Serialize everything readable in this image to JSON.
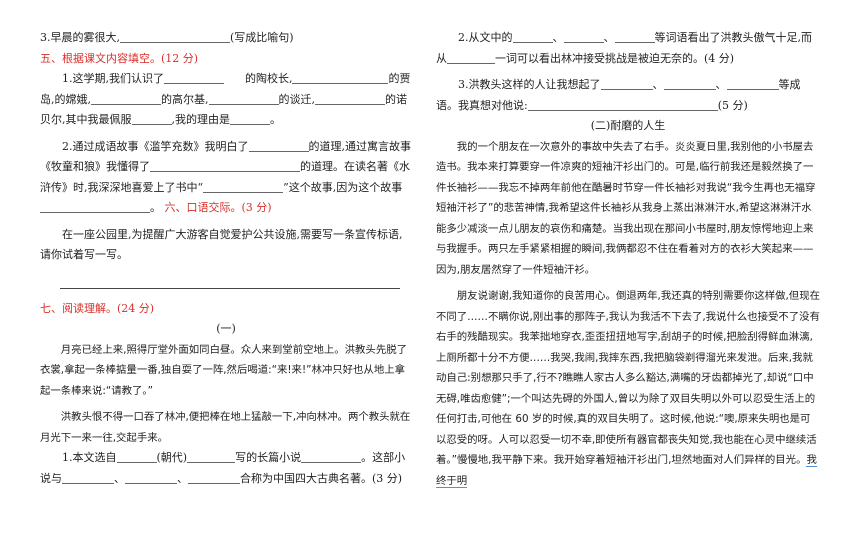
{
  "left": {
    "q3_prefix": "3.早晨的雾很大,",
    "q3_suffix": "(写成比喻句)",
    "sec5_title": "五、根据课文内容填空。(12 分)",
    "s5_1_a": "1.这学期,我们认识了",
    "s5_1_b": "的陶校长,",
    "s5_1_c": "的贾岛,",
    "s5_1_d": "的嫦娥,",
    "s5_1_e": "的高尔基,",
    "s5_1_f": "的谈迁,",
    "s5_1_g": "的诺贝尔,",
    "s5_1_h": "其中我最佩服",
    "s5_1_i": ",我的理由是",
    "s5_1_j": "。",
    "s5_2_a": "2.通过成语故事《滥竽充数》我明白了",
    "s5_2_b": "的道理,通过寓言故事",
    "s5_2_c": "《牧童和狼》我懂得了",
    "s5_2_d": "的道理。在读名著",
    "s5_2_e": "《水浒传》时,我深深地喜爱上了书中“",
    "s5_2_f": "”这个故事,因为这个故",
    "s5_2_g": "事",
    "s5_2_h": "。",
    "sec6_title": "六、口语交际。(3 分)",
    "s6_text": "在一座公园里,为提醒广大游客自觉爱护公共设施,需要写一条宣传标语,请你试着写一写。",
    "sec7_title": "七、阅读理解。(24 分)",
    "part1": "(一)",
    "story1_p1": "月亮已经上来,照得厅堂外面如同白昼。众人来到堂前空地上。洪教头先脱了衣裳,拿起一条棒掂量一番,独自耍了一阵,然后喝道:“来!来!”林冲只好也从地上拿起一条棒来说:“请教了。”",
    "story1_p2": "洪教头恨不得一口吞了林冲,便把棒在地上猛敲一下,冲向林冲。两个教头就在月光下一来一往,交起手来。",
    "r1_a": "1.本文选自",
    "r1_b": "(朝代)",
    "r1_c": "写的长篇小说",
    "r1_d": "。这部小说",
    "r1_e": "与",
    "r1_f": "、",
    "r1_g": "、",
    "r1_h": "合称为中国四大古典名著。(3 分)"
  },
  "right": {
    "r2_a": "2.从文中的",
    "r2_b": "、",
    "r2_c": "、",
    "r2_d": "等词语看出了洪教头傲气十足,而从",
    "r2_e": "一词可以看出林冲接受挑战是被迫无奈的。(4 分)",
    "r3_a": "3.洪教头这样的人让我想起了",
    "r3_b": "、",
    "r3_c": "、",
    "r3_d": "等成",
    "r3_e": "语。我真想对他说:",
    "r3_f": "(5 分)",
    "part2": "(二)耐磨的人生",
    "story2_p1": "我的一个朋友在一次意外的事故中失去了右手。炎炎夏日里,我别他的小书屋去造书。我本来打算要穿一件凉爽的短袖汗衫出门的。可是,临行前我还是毅然换了一件长袖衫——我忘不掉两年前他在酷暑时节穿一件长袖衫对我说“我今生再也无福穿短袖汗衫了”的悲苦神情,我希望这件长袖衫从我身上蒸出淋淋汗水,希望这淋淋汗水能多少减淡一点儿朋友的哀伤和痛楚。当我出现在那间小书屋时,朋友惊愕地迎上来与我握手。两只左手紧紧相握的瞬间,我俩都忍不住在看着对方的衣衫大笑起来——因为,朋友居然穿了一件短袖汗衫。",
    "story2_p2": "朋友说谢谢,我知道你的良苦用心。倒退两年,我还真的特别需要你这样做,但现在不同了……不瞒你说,刚出事的那阵子,我认为我活不下去了,我说什么也接受不了没有右手的残酷现实。我苯拙地穿衣,歪歪扭扭地写字,刮胡子的时候,把脸刮得鲜血淋漓,上厕所都十分不方便……我哭,我闹,我摔东西,我把脑袋剃得溜光来发泄。后来,我就动自己:别想那只手了,行不?瞧瞧人家古人多么豁达,满嘴的牙齿都掉光了,却说“口中无碍,唯齿愈健”;一个叫达先碍的外国人,曾以为除了双目失明以外可以忍受生活上的任何打击,可他在 60 岁的时候,真的双目失明了。这时候,他说:“噢,原来失明也是可以忍受的呀。人可以忍受一切不幸,即使所有器官都丧失知觉,我也能在心灵中继续活着。”慢慢地,我平静下来。我开始穿着短袖汗衫出门,坦然地面对人们异样的目光。",
    "story2_tail": "我终于明"
  }
}
